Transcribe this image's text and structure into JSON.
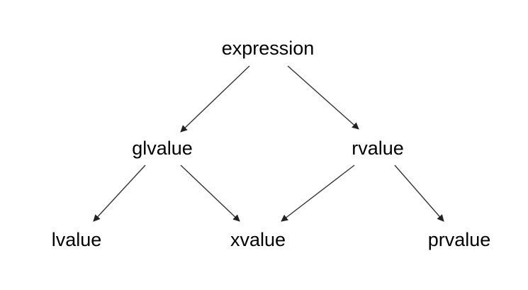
{
  "diagram": {
    "nodes": {
      "expression": "expression",
      "glvalue": "glvalue",
      "rvalue": "rvalue",
      "lvalue": "lvalue",
      "xvalue": "xvalue",
      "prvalue": "prvalue"
    },
    "edges": [
      {
        "from": "expression",
        "to": "glvalue"
      },
      {
        "from": "expression",
        "to": "rvalue"
      },
      {
        "from": "glvalue",
        "to": "lvalue"
      },
      {
        "from": "glvalue",
        "to": "xvalue"
      },
      {
        "from": "rvalue",
        "to": "xvalue"
      },
      {
        "from": "rvalue",
        "to": "prvalue"
      }
    ],
    "edge_color": "#333333",
    "text_color": "#000000"
  }
}
